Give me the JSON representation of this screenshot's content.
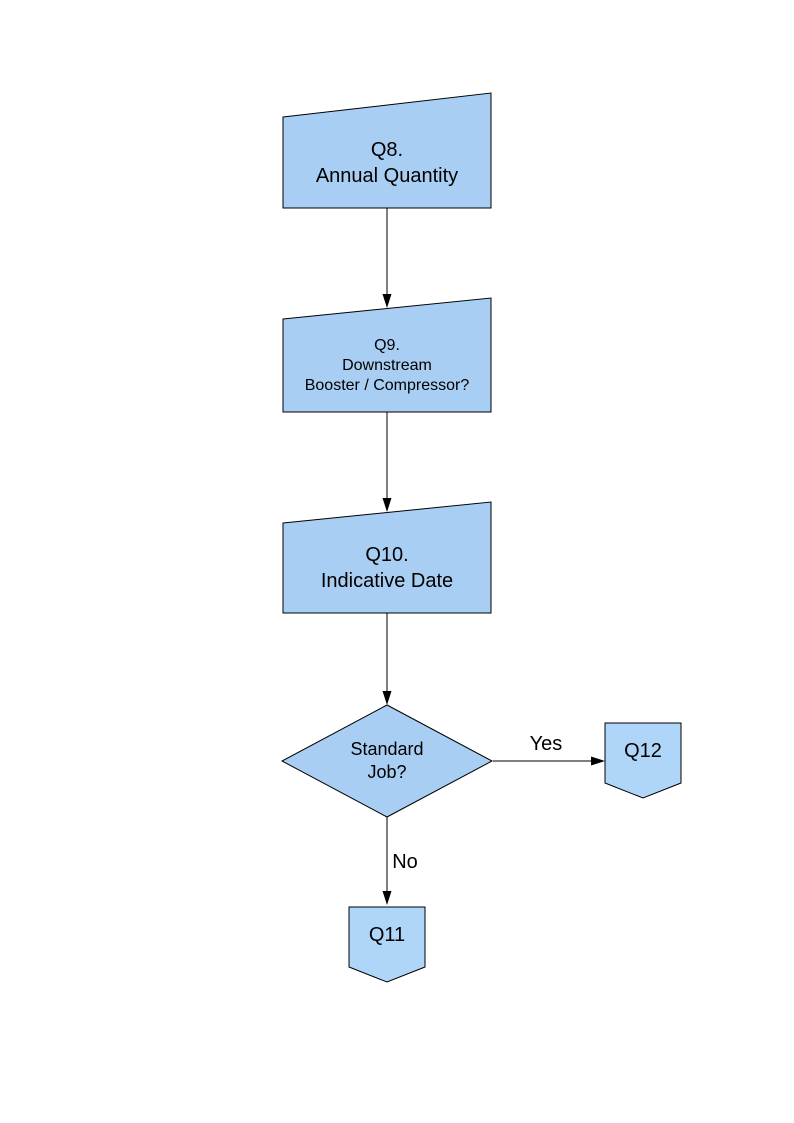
{
  "page": {
    "background_color": "#ffffff"
  },
  "diagram": {
    "type": "flowchart",
    "node_fill_color": "#a9cef3",
    "connector_fill_color": "#afd6f8",
    "stroke_color": "#000000",
    "text_color": "#000000",
    "nodes": [
      {
        "id": "q8",
        "shape": "manual-input",
        "label": "Q8.\nAnnual Quantity"
      },
      {
        "id": "q9",
        "shape": "manual-input",
        "label": "Q9.\nDownstream\nBooster / Compressor?"
      },
      {
        "id": "q10",
        "shape": "manual-input",
        "label": "Q10.\nIndicative Date"
      },
      {
        "id": "standard-job",
        "shape": "decision",
        "label": "Standard\nJob?"
      },
      {
        "id": "q11",
        "shape": "off-page-connector",
        "label": "Q11"
      },
      {
        "id": "q12",
        "shape": "off-page-connector",
        "label": "Q12"
      }
    ],
    "edges": [
      {
        "from": "q8",
        "to": "q9",
        "label": ""
      },
      {
        "from": "q9",
        "to": "q10",
        "label": ""
      },
      {
        "from": "q10",
        "to": "standard-job",
        "label": ""
      },
      {
        "from": "standard-job",
        "to": "q12",
        "label": "Yes"
      },
      {
        "from": "standard-job",
        "to": "q11",
        "label": "No"
      }
    ]
  }
}
